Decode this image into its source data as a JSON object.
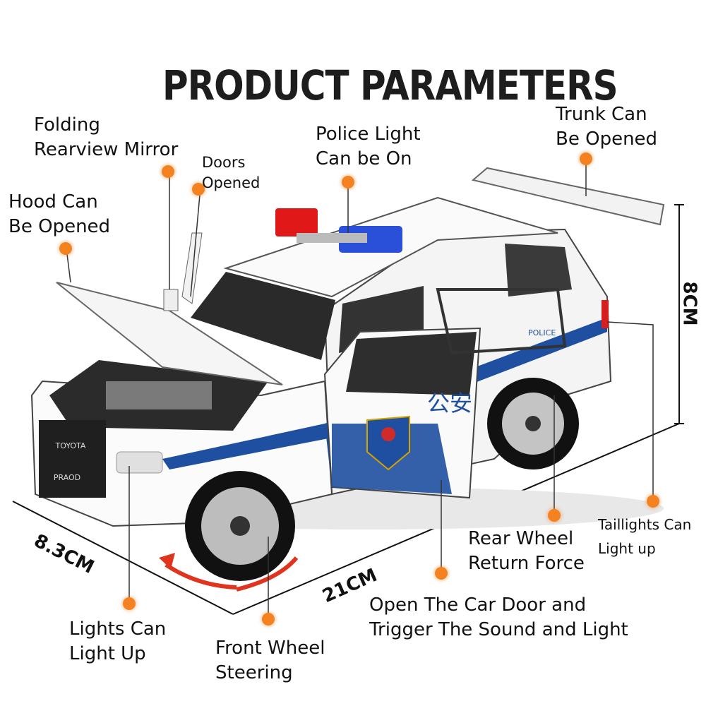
{
  "title": "PRODUCT PARAMETERS",
  "accent_color": "#f58220",
  "features": {
    "mirror": {
      "line1": "Folding",
      "line2": "Rearview Mirror"
    },
    "doors": {
      "line1": "Doors",
      "line2": "Opened"
    },
    "hood": {
      "line1": "Hood Can",
      "line2": "Be Opened"
    },
    "police_light": {
      "line1": "Police Light",
      "line2": "Can be On"
    },
    "trunk": {
      "line1": "Trunk Can",
      "line2": "Be Opened"
    },
    "taillights": {
      "line1": "Taillights Can",
      "line2": "Light up"
    },
    "rear_wheel": {
      "line1": "Rear Wheel",
      "line2": "Return Force"
    },
    "door_sound": {
      "line1": "Open The Car Door and",
      "line2": "Trigger The Sound and Light"
    },
    "lights": {
      "line1": "Lights Can",
      "line2": "Light Up"
    },
    "front_wheel": {
      "line1": "Front Wheel",
      "line2": "Steering"
    }
  },
  "dimensions": {
    "height": "8CM",
    "width": "8.3CM",
    "length": "21CM"
  },
  "car_markings": {
    "brand": "TOYOTA",
    "plate": "PRAOD",
    "door_text": "POLICE",
    "chinese": "公安"
  }
}
